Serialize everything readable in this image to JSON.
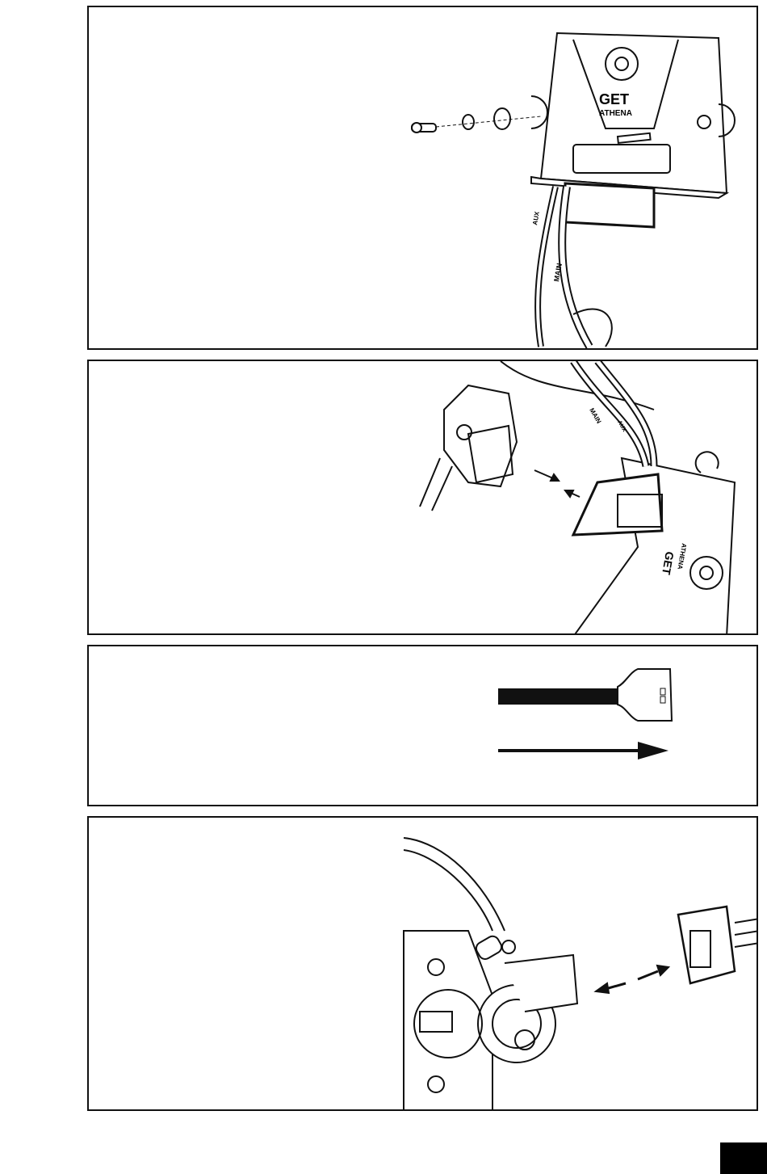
{
  "figures": [
    {
      "id": "ecu-mounting",
      "brand_text": "GET",
      "logo_text": "ATHENA",
      "cable_labels": [
        "AUX",
        "MAIN"
      ]
    },
    {
      "id": "ecu-main-connector",
      "brand_text": "GET",
      "logo_text": "ATHENA",
      "cable_labels": [
        "MAIN",
        "AUX"
      ]
    },
    {
      "id": "connector-direction"
    },
    {
      "id": "throttle-sensor-connector"
    }
  ],
  "colors": {
    "line": "#111111",
    "page_tab": "#000000"
  }
}
